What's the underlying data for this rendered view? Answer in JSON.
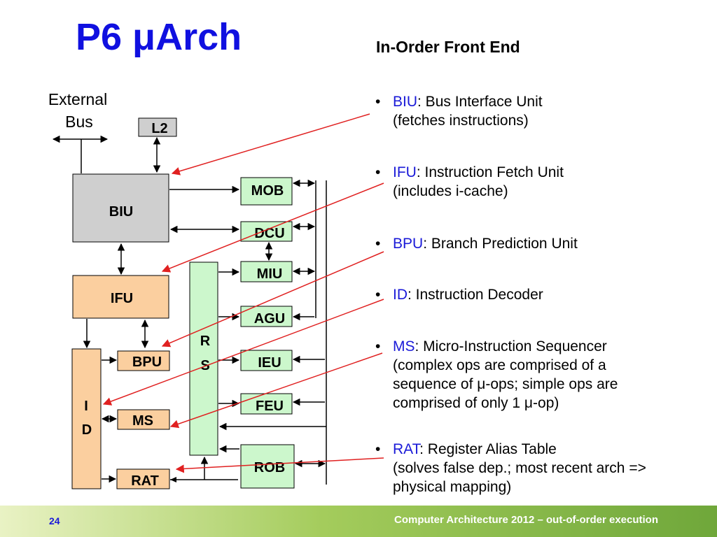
{
  "title": "P6 μArch",
  "subtitle": "In-Order Front End",
  "diagram": {
    "external_bus_line1": "External",
    "external_bus_line2": "Bus",
    "blocks": {
      "l2": "L2",
      "biu": "BIU",
      "ifu": "IFU",
      "id_line1": "I",
      "id_line2": "D",
      "bpu": "BPU",
      "ms": "MS",
      "rat": "RAT",
      "rs_line1": "R",
      "rs_line2": "S",
      "mob": "MOB",
      "dcu": "DCU",
      "miu": "MIU",
      "agu": "AGU",
      "ieu": "IEU",
      "feu": "FEU",
      "rob": "ROB"
    },
    "colors": {
      "gray_block": "#cfcfcf",
      "orange_block": "#fbcf9f",
      "green_block": "#ccf7cc",
      "callout_arrow": "#e02020"
    }
  },
  "bullets": [
    {
      "acronym": "BIU",
      "rest": ": Bus Interface Unit",
      "lines": [
        "(fetches instructions)"
      ]
    },
    {
      "acronym": "IFU",
      "rest": ": Instruction Fetch Unit",
      "lines": [
        "(includes i-cache)"
      ]
    },
    {
      "acronym": "BPU",
      "rest": ": Branch Prediction Unit",
      "lines": []
    },
    {
      "acronym": "ID",
      "rest": ": Instruction Decoder",
      "lines": []
    },
    {
      "acronym": "MS",
      "rest": ": Micro-Instruction Sequencer",
      "lines": [
        "(complex ops are comprised of a",
        "sequence of μ-ops; simple ops are",
        "comprised of only 1 μ-op)"
      ]
    },
    {
      "acronym": "RAT",
      "rest": ": Register Alias Table",
      "lines": [
        "(solves false dep.; most recent arch =>",
        "physical mapping)"
      ]
    }
  ],
  "bullet_symbol": "•",
  "footer": {
    "page_number": "24",
    "text": "Computer Architecture 2012 – out-of-order execution"
  }
}
